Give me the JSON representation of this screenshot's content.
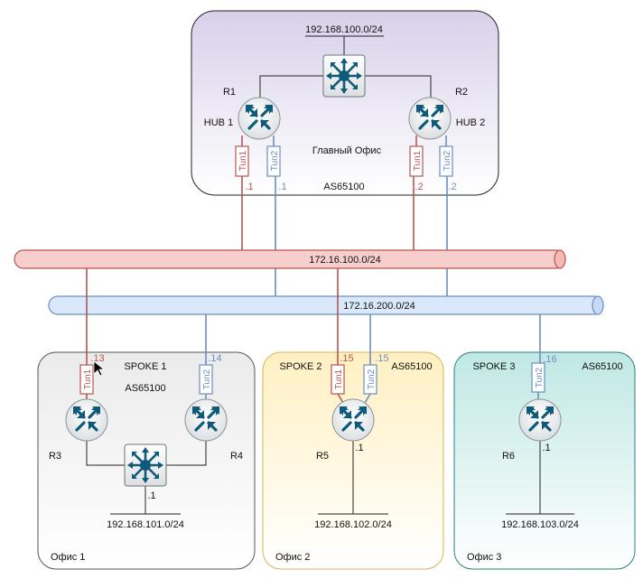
{
  "hq": {
    "lan": "192.168.100.0/24",
    "label": "Главный Офис",
    "as": "AS65100",
    "r1": {
      "name": "R1",
      "role": "HUB 1",
      "tun1_addr": ".1",
      "tun2_addr": ".1"
    },
    "r2": {
      "name": "R2",
      "role": "HUB 2",
      "tun1_addr": ".2",
      "tun2_addr": ".2"
    }
  },
  "tunnels": {
    "tun1": "Tun1",
    "tun2": "Tun2"
  },
  "networks": {
    "net1": {
      "label": "172.16.100.0/24",
      "color": "#f8cecc",
      "stroke": "#b85450"
    },
    "net2": {
      "label": "172.16.200.0/24",
      "color": "#dae8fc",
      "stroke": "#6c8ebf"
    }
  },
  "office1": {
    "label": "Офис 1",
    "spoke": "SPOKE 1",
    "as": "AS65100",
    "r3": {
      "name": "R3",
      "tun1_addr": ".13"
    },
    "r4": {
      "name": "R4",
      "tun2_addr": ".14"
    },
    "switch_addr": ".1",
    "lan": "192.168.101.0/24"
  },
  "office2": {
    "label": "Офис 2",
    "spoke": "SPOKE 2",
    "as": "AS65100",
    "r5": {
      "name": "R5",
      "tun1_addr": ".15",
      "tun2_addr": ".15",
      "lan_addr": ".1"
    },
    "lan": "192.168.102.0/24"
  },
  "office3": {
    "label": "Офис 3",
    "spoke": "SPOKE 3",
    "as": "AS65100",
    "r6": {
      "name": "R6",
      "tun2_addr": ".16",
      "lan_addr": ".1"
    },
    "lan": "192.168.103.0/24"
  },
  "colors": {
    "router": "#0e5a7a",
    "tun1": "#b85450",
    "tun2": "#6c8ebf",
    "hq_fill": "#e1d5e7",
    "office1_fill": "#f5f5f5",
    "office2_fill": "#fff2cc",
    "office3_fill": "#d5f0ee"
  },
  "icons": [
    "router-icon",
    "switch-icon",
    "cursor-icon"
  ]
}
